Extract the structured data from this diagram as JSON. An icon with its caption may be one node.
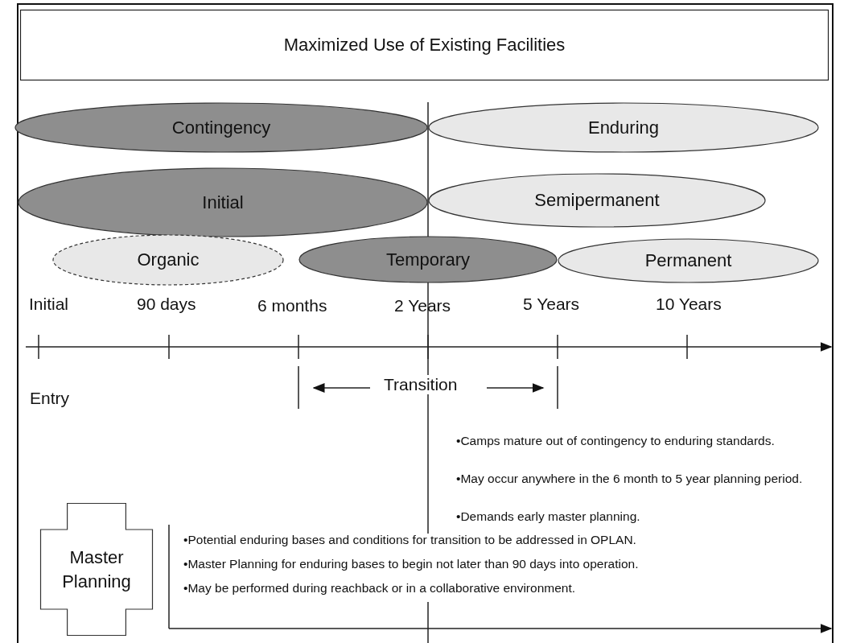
{
  "diagram": {
    "nodes": [
      {
        "text": [
          "Maximized Use of Existing Facilities"
        ]
      },
      {
        "text": [
          "Contingency"
        ]
      },
      {
        "text": [
          "Enduring"
        ]
      },
      {
        "text": [
          "Initial"
        ]
      },
      {
        "text": [
          "Semipermanent"
        ]
      },
      {
        "text": [
          "Organic"
        ]
      },
      {
        "text": [
          "Temporary"
        ]
      },
      {
        "text": [
          "Permanent"
        ]
      },
      {
        "text": [
          "Master Planning"
        ]
      }
    ],
    "labels": [
      "Initial",
      "90 days",
      "6 months",
      "2 Years",
      "5 Years",
      "10 Years",
      "Entry",
      "Transition",
      "•Camps mature out of contingency to enduring standards.",
      "•May occur anywhere in the 6 month to 5 year planning period.",
      "•Demands early master planning.",
      "•Potential enduring bases and conditions for transition to be addressed in OPLAN.",
      "•Master Planning for enduring bases to begin not later than 90 days into operation.",
      "•May be performed during reachback or in a collaborative environment."
    ]
  }
}
